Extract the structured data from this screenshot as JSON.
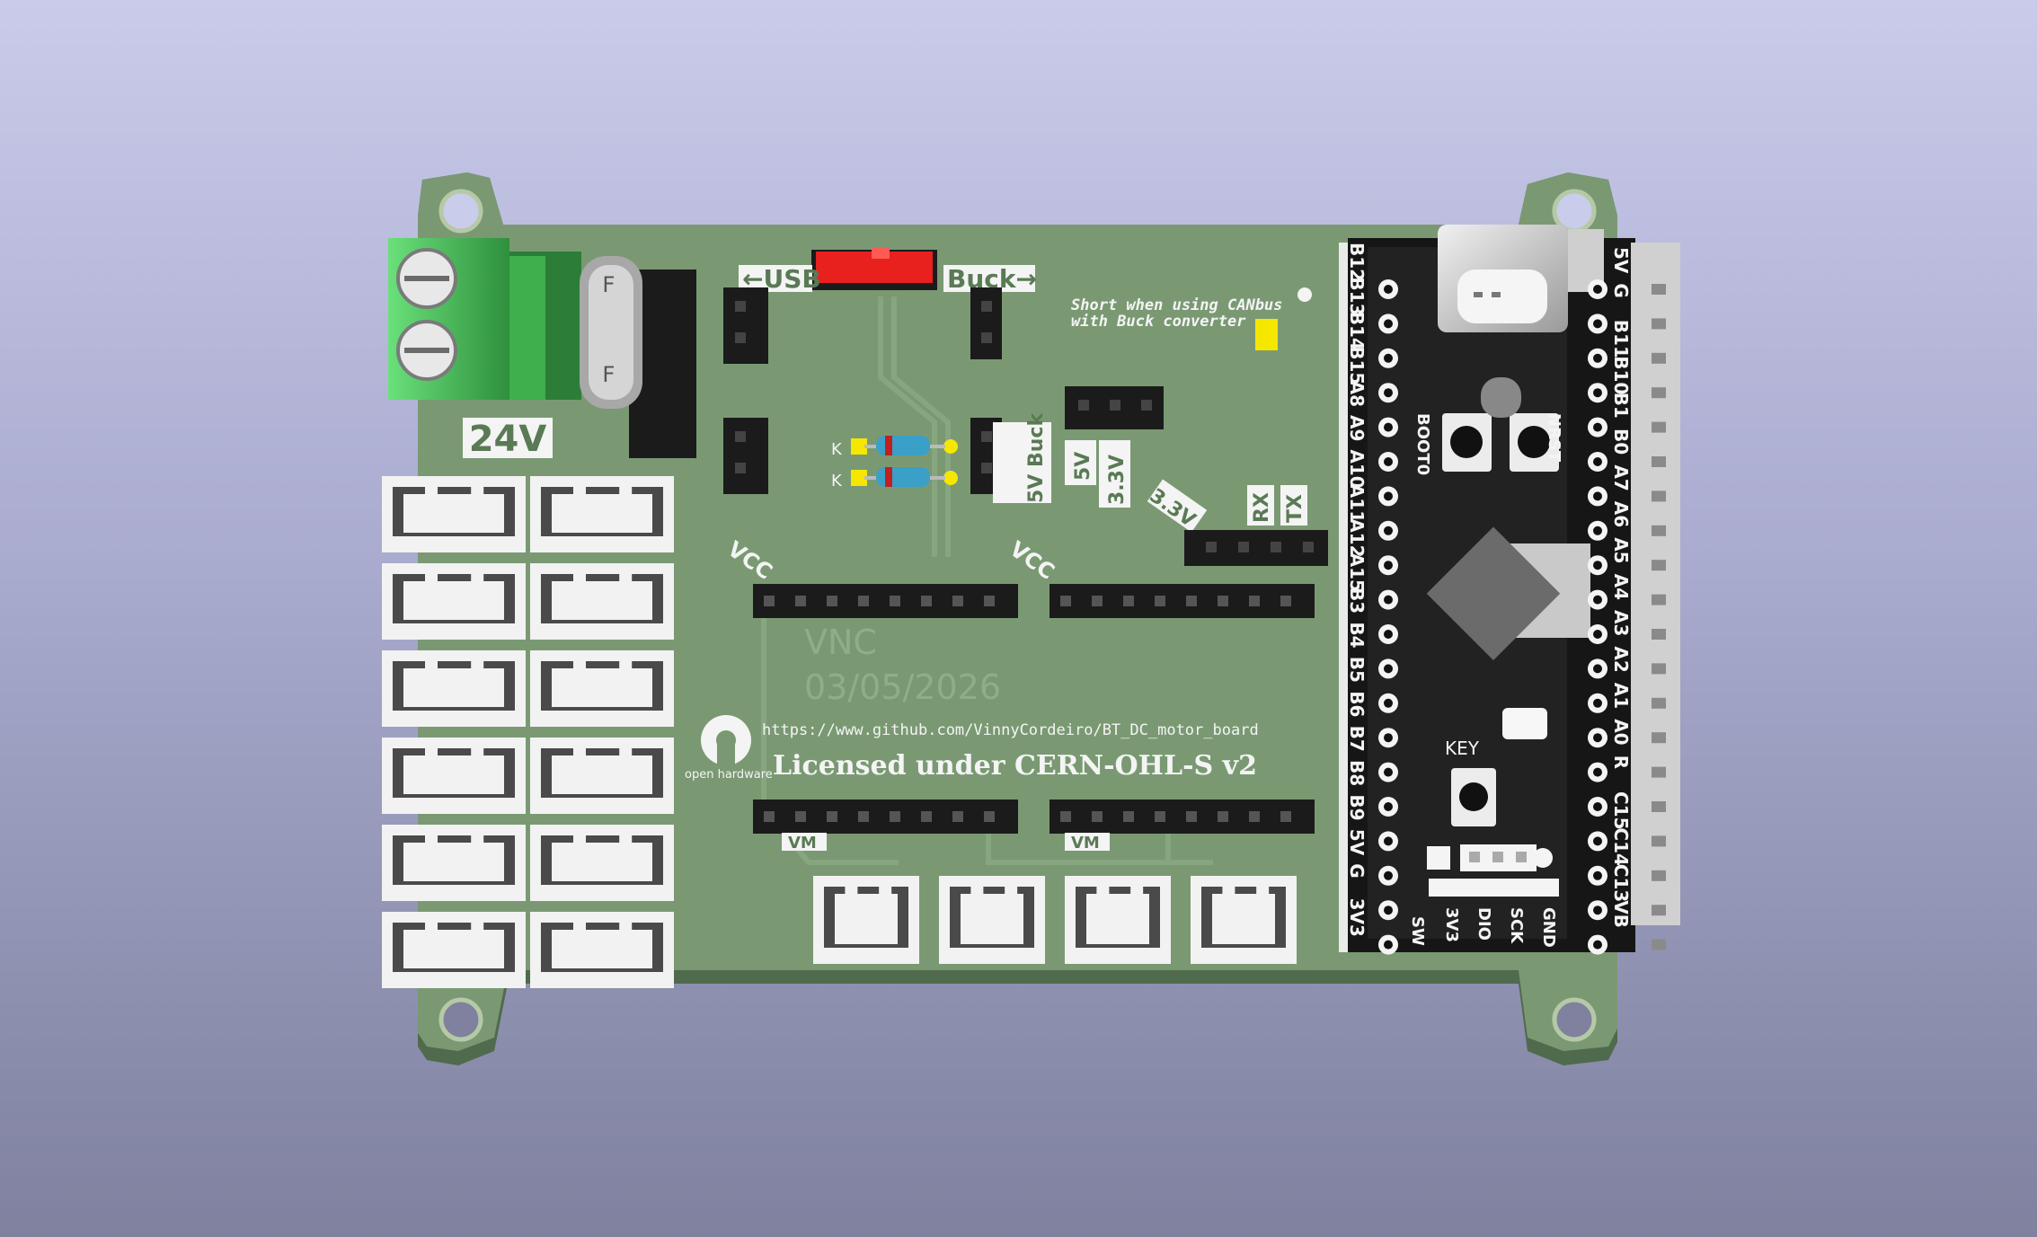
{
  "scene": "pcb-3d-render",
  "colors": {
    "background_top": "#cacbea",
    "background_bottom": "#7f819f",
    "pcb": "#7a9973",
    "pcb_shadow": "#4f6a4c",
    "silkscreen": "#f4f4f4",
    "header_black": "#1a1a1a",
    "terminal_green": "#5fd46a",
    "switch_red": "#e8201e",
    "connector_white": "#f2f2f2"
  },
  "labels": {
    "power_input": "24V",
    "usb": "←USB",
    "buck": "Buck→",
    "short_note_line1": "Short when using CANbus",
    "short_note_line2": "with Buck converter",
    "buck_5v": "5V Buck",
    "v5": "5V",
    "v33": "3.3V",
    "v33_uart": "3.3V",
    "rx": "RX",
    "tx": "TX",
    "vcc_left": "VCC",
    "vcc_right": "VCC",
    "author": "VNC",
    "date": "03/05/2026",
    "url": "https://www.github.com/VinnyCordeiro/BT_DC_motor_board",
    "license": "Licensed under CERN-OHL-S v2",
    "oshw": "open hardware",
    "vm_left": "VM",
    "vm_right": "VM",
    "diode_k1": "K",
    "diode_k2": "K",
    "boot0": "BOOT0",
    "nrst": "NRST",
    "key": "KEY"
  },
  "bluepill": {
    "left_pins": [
      "B12",
      "B13",
      "B14",
      "B15",
      "A8",
      "A9",
      "A10",
      "A11",
      "A12",
      "A15",
      "B3",
      "B4",
      "B5",
      "B6",
      "B7",
      "B8",
      "B9",
      "5V",
      "G",
      "3V3"
    ],
    "right_pins": [
      "5V",
      "G",
      "B11",
      "B10",
      "B1",
      "B0",
      "A7",
      "A6",
      "A5",
      "A4",
      "A3",
      "A2",
      "A1",
      "A0",
      "R",
      "C15",
      "C14",
      "C13",
      "VB"
    ],
    "swd_pins": [
      "3V3",
      "DIO",
      "SCK",
      "GND"
    ]
  }
}
